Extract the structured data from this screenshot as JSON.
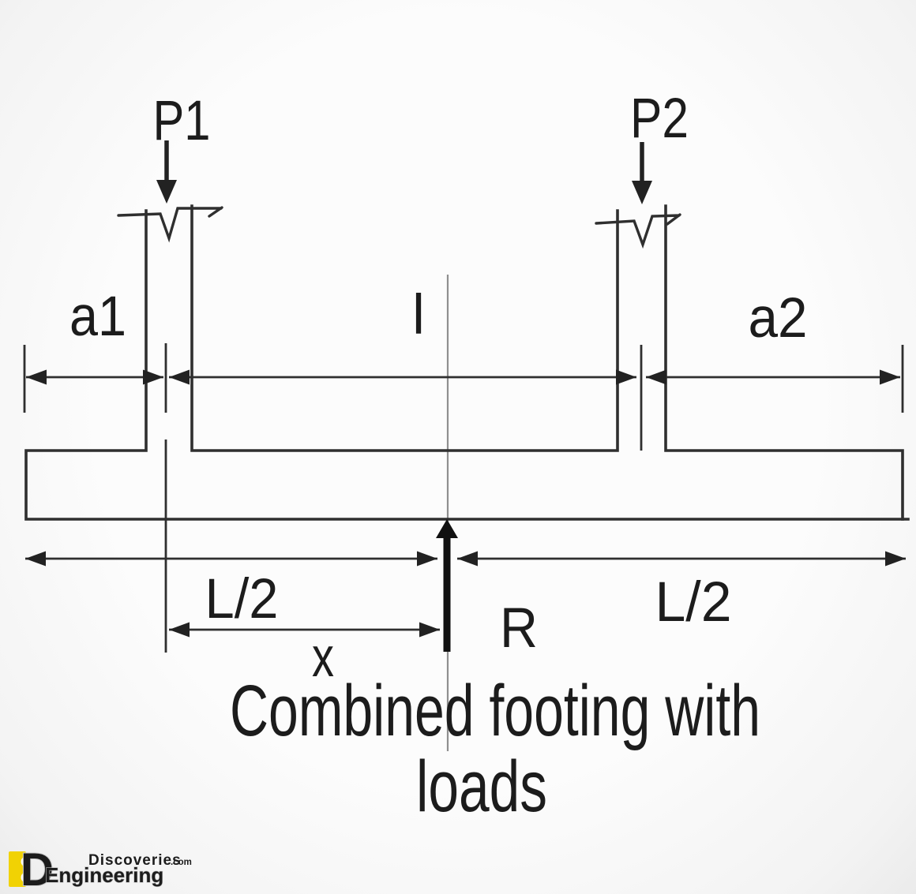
{
  "diagram": {
    "caption_line1": "Combined footing with",
    "caption_line2": "loads",
    "labels": {
      "load_left": "P1",
      "load_right": "P2",
      "overhang_left": "a1",
      "span": "l",
      "overhang_right": "a2",
      "half_length_left": "L/2",
      "half_length_right": "L/2",
      "resultant": "R",
      "resultant_distance": "x"
    },
    "colors": {
      "line": "#2f2f2f",
      "centerline": "#8f8f8f",
      "text": "#1c1c1c",
      "background": "#fafafa"
    }
  },
  "watermark": {
    "monogram": "D",
    "brand_line1": "Discoveries",
    "brand_line1_suffix": ".com",
    "brand_line2": "Engineering",
    "accent_color": "#f1d204",
    "text_color": "#c6c6c6"
  }
}
